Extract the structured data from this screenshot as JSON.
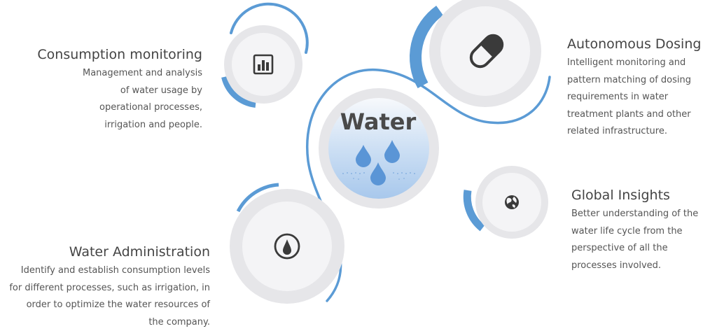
{
  "center": {
    "label": "Water"
  },
  "blocks": {
    "consumption": {
      "title": "Consumption monitoring",
      "lines": [
        "Management and analysis",
        "of water usage by",
        "operational processes,",
        "irrigation and people."
      ],
      "icon": "bar-chart-icon"
    },
    "dosing": {
      "title": "Autonomous Dosing",
      "lines": [
        "Intelligent monitoring and",
        "pattern matching of dosing",
        "requirements in water",
        "treatment plants and other",
        "related infrastructure."
      ],
      "icon": "pill-capsule-icon"
    },
    "global": {
      "title": "Global Insights",
      "lines": [
        "Better understanding of the",
        "water life cycle from the",
        "perspective of all the",
        "processes involved."
      ],
      "icon": "globe-icon"
    },
    "admin": {
      "title": "Water Administration",
      "lines": [
        "Identify and establish consumption levels",
        "for different processes, such as irrigation, in",
        "order to optimize the water resources of",
        "the company."
      ],
      "icon": "gauge-icon"
    }
  },
  "colors": {
    "accent": "#5b9bd5",
    "circle_outer": "#e6e6e9",
    "circle_inner": "#f4f4f6",
    "icon": "#3a3a3a",
    "drop": "#5a95d6"
  }
}
